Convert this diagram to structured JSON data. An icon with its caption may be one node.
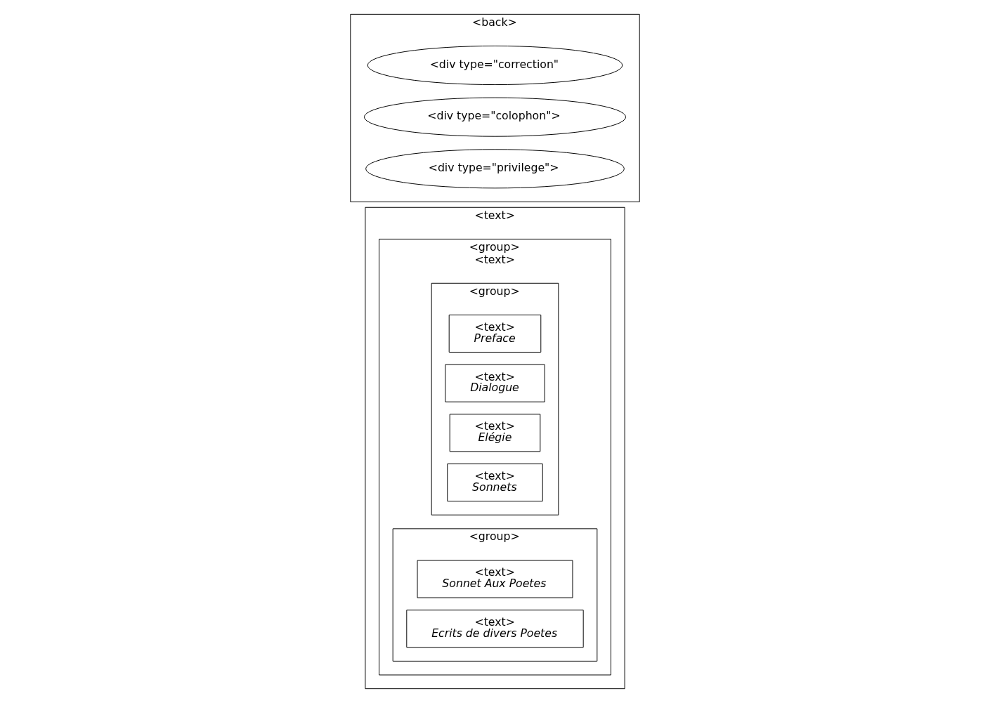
{
  "diagram": {
    "nodes": [
      {
        "text": [
          "<text>"
        ]
      },
      {
        "text": [
          "<group>",
          "<text>"
        ],
        "in": 0
      },
      {
        "text": [
          "<group>"
        ],
        "in": 1
      },
      {
        "text": [
          "<text>",
          "Preface"
        ],
        "in": 2
      },
      {
        "text": [
          "<text>",
          "Dialogue"
        ],
        "in": 2
      },
      {
        "text": [
          "<text>",
          "Elégie"
        ],
        "in": 2
      },
      {
        "text": [
          "<text>",
          "Sonnets"
        ],
        "in": 2
      },
      {
        "text": [
          "<group>"
        ],
        "in": 1
      },
      {
        "text": [
          "<text>",
          "Sonnet Aux Poetes"
        ],
        "in": 7
      },
      {
        "text": [
          "<text>",
          "Ecrits de divers Poetes"
        ],
        "in": 7
      },
      {
        "text": [
          "<back>"
        ]
      },
      {
        "text": [
          "<div type=\"correction\""
        ],
        "in": 10
      },
      {
        "text": [
          "<div type=\"colophon\">"
        ],
        "in": 10
      },
      {
        "text": [
          "<div type=\"privilege\">"
        ],
        "in": 10
      }
    ]
  }
}
